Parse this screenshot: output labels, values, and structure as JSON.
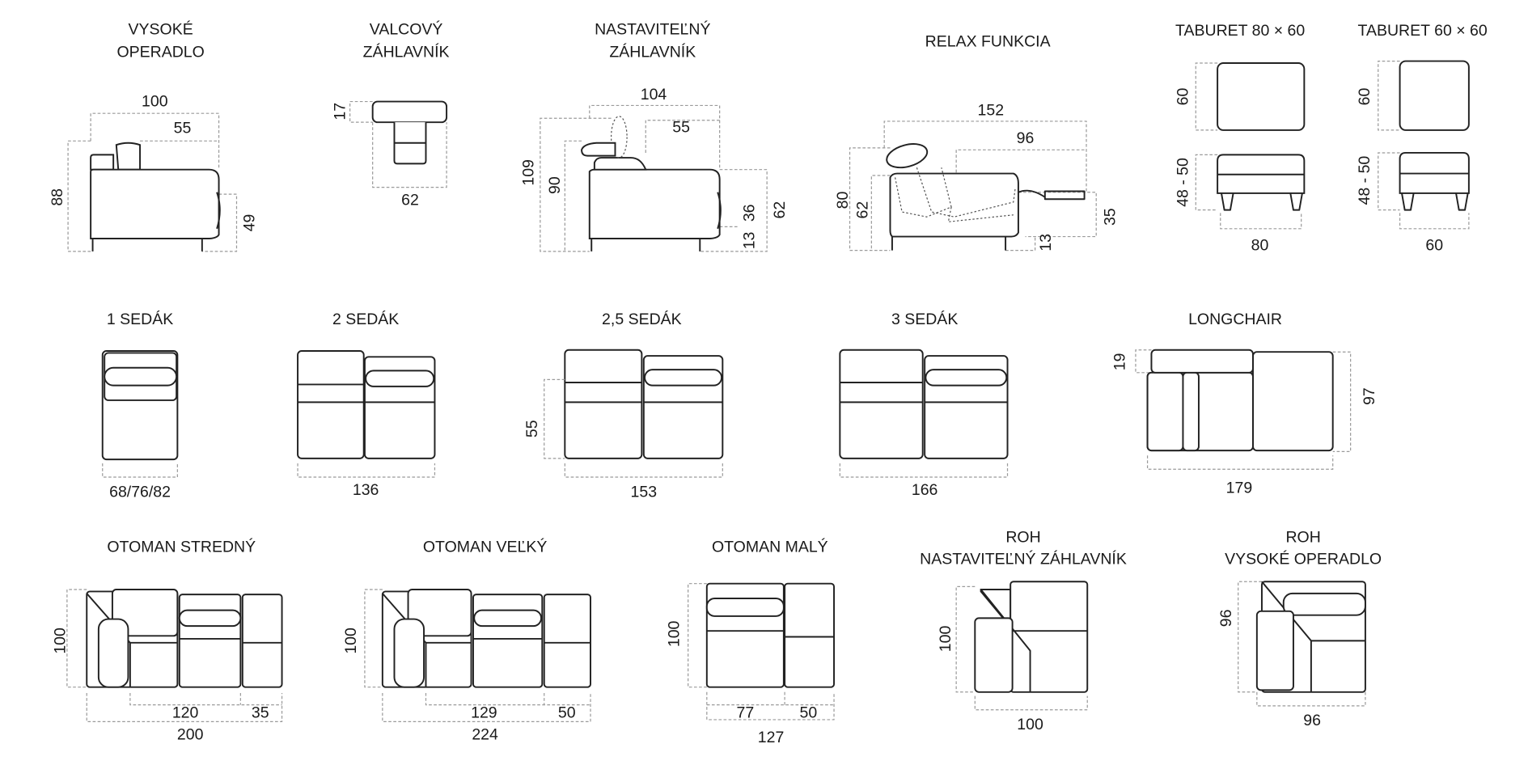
{
  "side_views": {
    "vysoke_operadlo": {
      "title": [
        "VYSOKÉ",
        "OPERADLO"
      ],
      "dims": {
        "total_depth": "100",
        "seat_depth": "55",
        "height": "88",
        "seat_height": "49"
      }
    },
    "valcovy_zahlavnik": {
      "title": [
        "VALCOVÝ",
        "ZÁHLAVNÍK"
      ],
      "dims": {
        "height": "17",
        "width": "62"
      }
    },
    "nastavitelny_zahlavnik": {
      "title": [
        "NASTAVITEĽNÝ",
        "ZÁHLAVNÍK"
      ],
      "dims": {
        "total_depth": "104",
        "seat_depth": "55",
        "max_height": "109",
        "height": "90",
        "seat": "36",
        "arm_height": "62",
        "leg": "13"
      }
    },
    "relax_funkcia": {
      "title": [
        "RELAX FUNKCIA"
      ],
      "dims": {
        "extended_depth": "152",
        "footrest": "96",
        "height": "80",
        "back_height": "62",
        "seat": "35",
        "leg": "13"
      }
    },
    "taburet_80x60": {
      "title": [
        "TABURET 80 × 60"
      ],
      "dims": {
        "depth": "60",
        "height": "48 - 50",
        "width": "80"
      }
    },
    "taburet_60x60": {
      "title": [
        "TABURET 60 × 60"
      ],
      "dims": {
        "depth": "60",
        "height": "48 - 50",
        "width": "60"
      }
    }
  },
  "seats": {
    "sedak_1": {
      "title": "1 SEDÁK",
      "width": "68/76/82"
    },
    "sedak_2": {
      "title": "2 SEDÁK",
      "width": "136"
    },
    "sedak_25": {
      "title": "2,5 SEDÁK",
      "depth": "55",
      "width": "153"
    },
    "sedak_3": {
      "title": "3 SEDÁK",
      "width": "166"
    },
    "longchair": {
      "title": "LONGCHAIR",
      "back": "19",
      "depth": "97",
      "width": "179"
    }
  },
  "corners": {
    "otoman_stredny": {
      "title": "OTOMAN STREDNÝ",
      "depth": "100",
      "part1": "120",
      "part2": "35",
      "width": "200"
    },
    "otoman_velky": {
      "title": "OTOMAN VEĽKÝ",
      "depth": "100",
      "part1": "129",
      "part2": "50",
      "width": "224"
    },
    "otoman_maly": {
      "title": "OTOMAN MALÝ",
      "depth": "100",
      "part1": "77",
      "part2": "50",
      "width": "127"
    },
    "roh_nastavitelny": {
      "title": [
        "ROH",
        "NASTAVITEĽNÝ ZÁHLAVNÍK"
      ],
      "depth": "100",
      "width": "100"
    },
    "roh_vysoke": {
      "title": [
        "ROH",
        "VYSOKÉ OPERADLO"
      ],
      "depth": "96",
      "width": "96"
    }
  }
}
